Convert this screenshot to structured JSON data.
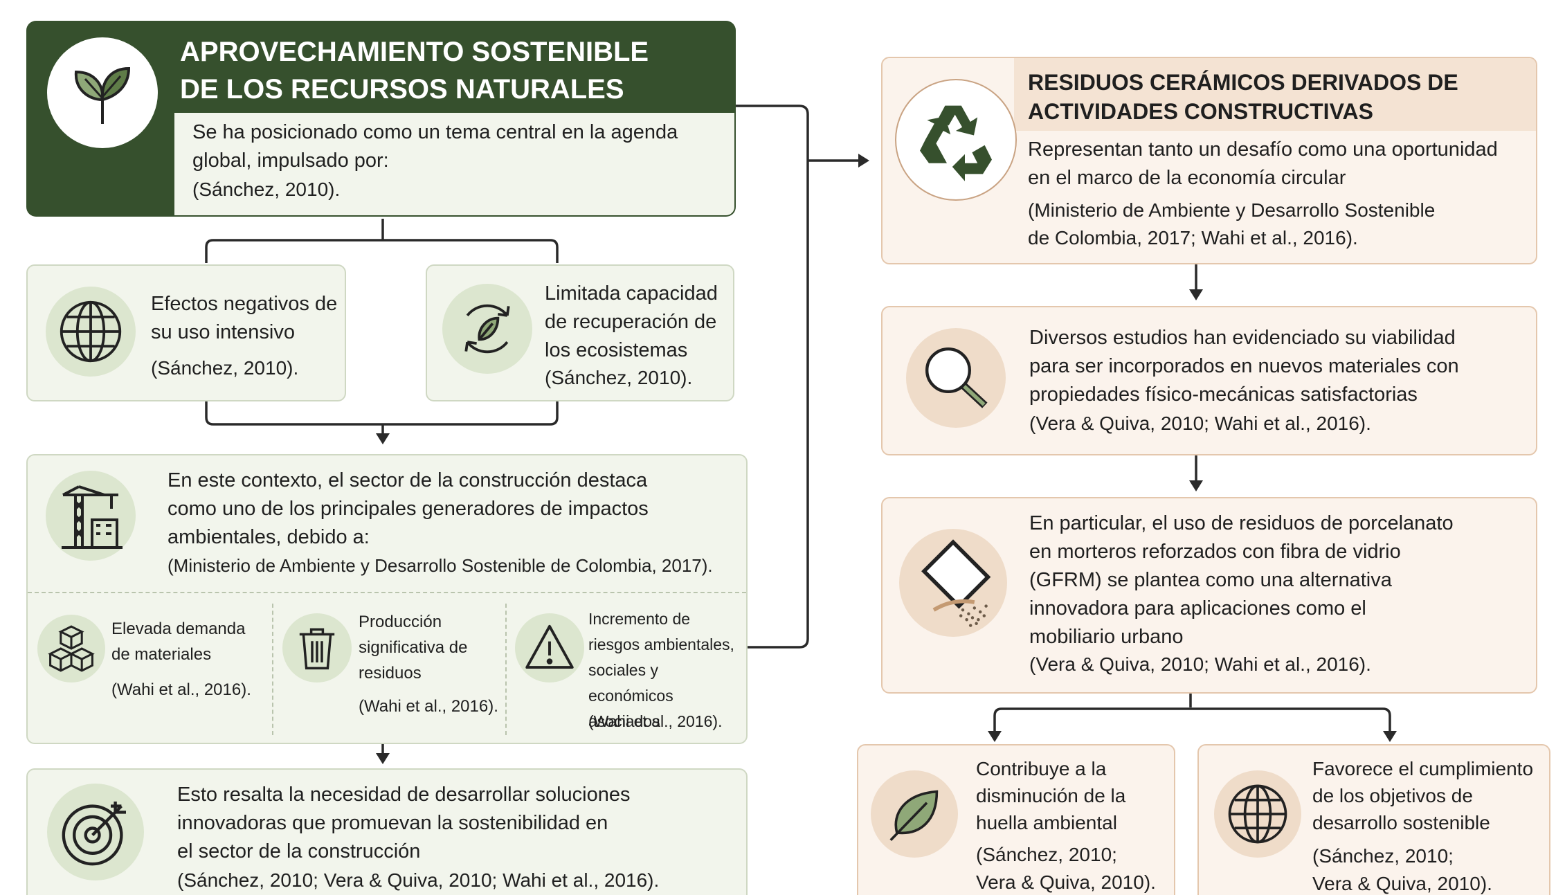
{
  "colors": {
    "dark_green": "#36502d",
    "light_green_bg": "#f2f5ec",
    "green_border": "#cfd8c3",
    "beige_bg": "#fbf3ec",
    "beige_border": "#e4c7ad",
    "beige_header": "#f4e3d3"
  },
  "main": {
    "title_1": "APROVECHAMIENTO SOSTENIBLE",
    "title_2": "DE LOS RECURSOS NATURALES",
    "desc_1": "Se ha posicionado como un tema central en la agenda",
    "desc_2": "global, impulsado por:",
    "cite": "(Sánchez, 2010).",
    "icon": "leaves-icon"
  },
  "cause_left": {
    "line1": "Efectos negativos de",
    "line2": "su uso intensivo",
    "cite": "(Sánchez, 2010).",
    "icon": "globe-icon"
  },
  "cause_right": {
    "line1": "Limitada capacidad",
    "line2": "de recuperación de",
    "line3": "los ecosistemas",
    "cite": "(Sánchez, 2010).",
    "icon": "leaf-cycle-icon"
  },
  "construction": {
    "line1": "En este contexto, el sector de la construcción destaca",
    "line2": "como uno de los principales generadores de impactos",
    "line3": "ambientales, debido a:",
    "cite": "(Ministerio de Ambiente y Desarrollo Sostenible de Colombia, 2017).",
    "icon": "crane-building-icon",
    "items": [
      {
        "lines": [
          "Elevada demanda",
          "de materiales"
        ],
        "cite": "(Wahi et al., 2016).",
        "icon": "boxes-icon"
      },
      {
        "lines": [
          "Producción",
          "significativa de",
          "residuos"
        ],
        "cite": "(Wahi et al., 2016).",
        "icon": "trash-icon"
      },
      {
        "lines": [
          "Incremento de",
          "riesgos ambientales,",
          "sociales y económicos",
          "asociados"
        ],
        "cite": "(Wahi et al., 2016).",
        "icon": "warning-icon"
      }
    ]
  },
  "need": {
    "line1": "Esto resalta la necesidad de desarrollar soluciones",
    "line2": "innovadoras que promuevan la sostenibilidad en",
    "line3": "el sector de la construcción",
    "cite": "(Sánchez, 2010; Vera & Quiva, 2010; Wahi et al., 2016).",
    "icon": "target-icon"
  },
  "ceramic": {
    "title_1": "RESIDUOS CERÁMICOS DERIVADOS DE",
    "title_2": "ACTIVIDADES CONSTRUCTIVAS",
    "line1": "Representan tanto un desafío como una oportunidad",
    "line2": "en el marco de la economía circular",
    "cite1": "(Ministerio de Ambiente y Desarrollo Sostenible",
    "cite2": "de Colombia, 2017; Wahi et al., 2016).",
    "icon": "recycle-icon"
  },
  "studies": {
    "line1": "Diversos estudios han evidenciado su viabilidad",
    "line2": "para ser incorporados en nuevos materiales con",
    "line3": "propiedades físico-mecánicas satisfactorias",
    "cite": "(Vera & Quiva, 2010; Wahi et al., 2016).",
    "icon": "magnifier-icon"
  },
  "porcelain": {
    "line1": "En particular, el uso de residuos de porcelanato",
    "line2": "en morteros reforzados con fibra de vidrio",
    "line3": "(GFRM) se plantea como una alternativa",
    "line4": "innovadora para aplicaciones como el",
    "line5": "mobiliario urbano",
    "cite": "(Vera & Quiva, 2010; Wahi et al., 2016).",
    "icon": "tile-icon"
  },
  "benefit_left": {
    "line1": "Contribuye a la",
    "line2": "disminución de la",
    "line3": "huella ambiental",
    "cite1": "(Sánchez, 2010;",
    "cite2": "Vera & Quiva, 2010).",
    "icon": "leaf-icon"
  },
  "benefit_right": {
    "line1": "Favorece el cumplimiento",
    "line2": "de los objetivos de",
    "line3": "desarrollo sostenible",
    "cite1": "(Sánchez, 2010;",
    "cite2": "Vera & Quiva, 2010).",
    "icon": "globe-icon"
  }
}
